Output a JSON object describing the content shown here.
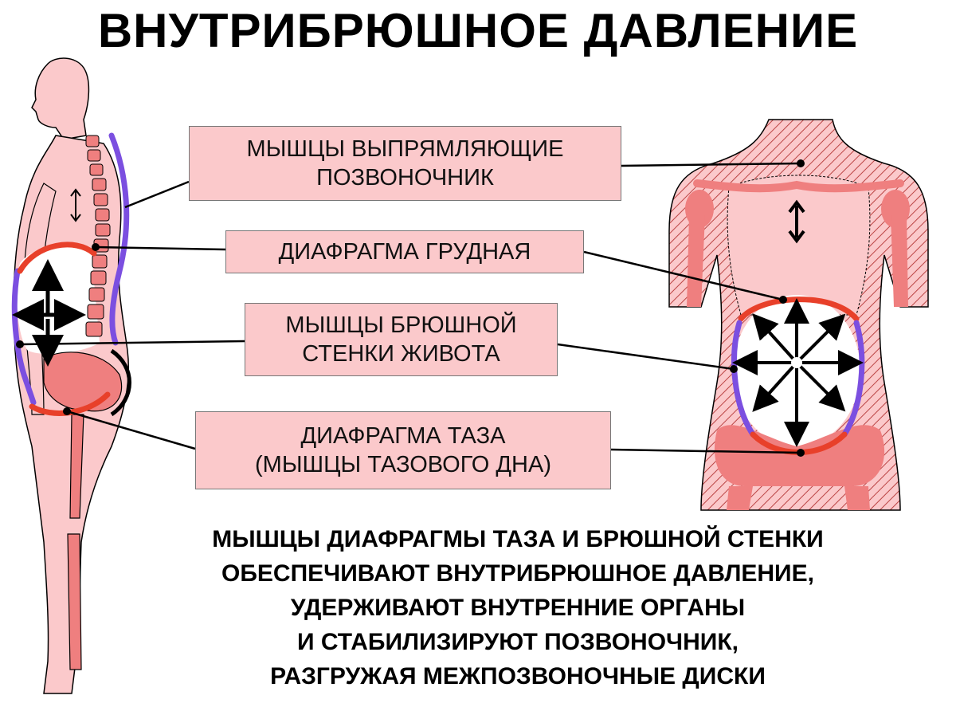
{
  "title": "ВНУТРИБРЮШНОЕ ДАВЛЕНИЕ",
  "labels": {
    "erector": [
      "МЫШЦЫ ВЫПРЯМЛЯЮЩИЕ",
      "ПОЗВОНОЧНИК"
    ],
    "thoracic_diaphragm": [
      "ДИАФРАГМА ГРУДНАЯ"
    ],
    "abdominal_wall": [
      "МЫШЦЫ БРЮШНОЙ",
      "СТЕНКИ ЖИВОТА"
    ],
    "pelvic_diaphragm": [
      "ДИАФРАГМА ТАЗА",
      "(МЫШЦЫ ТАЗОВОГО ДНА)"
    ]
  },
  "bottom_text": [
    "МЫШЦЫ ДИАФРАГМЫ ТАЗА И БРЮШНОЙ СТЕНКИ",
    "ОБЕСПЕЧИВАЮТ ВНУТРИБРЮШНОЕ ДАВЛЕНИЕ,",
    "УДЕРЖИВАЮТ ВНУТРЕННИЕ ОРГАНЫ",
    "И СТАБИЛИЗИРУЮТ ПОЗВОНОЧНИК,",
    "РАЗГРУЖАЯ МЕЖПОЗВОНОЧНЫЕ ДИСКИ"
  ],
  "colors": {
    "skin": "#fbc9cb",
    "bone": "#ef7f7f",
    "diaphragm": "#e8402a",
    "abdominal_muscle": "#7b4fe0",
    "erector_muscle": "#7b4fe0",
    "outline": "#000000"
  }
}
